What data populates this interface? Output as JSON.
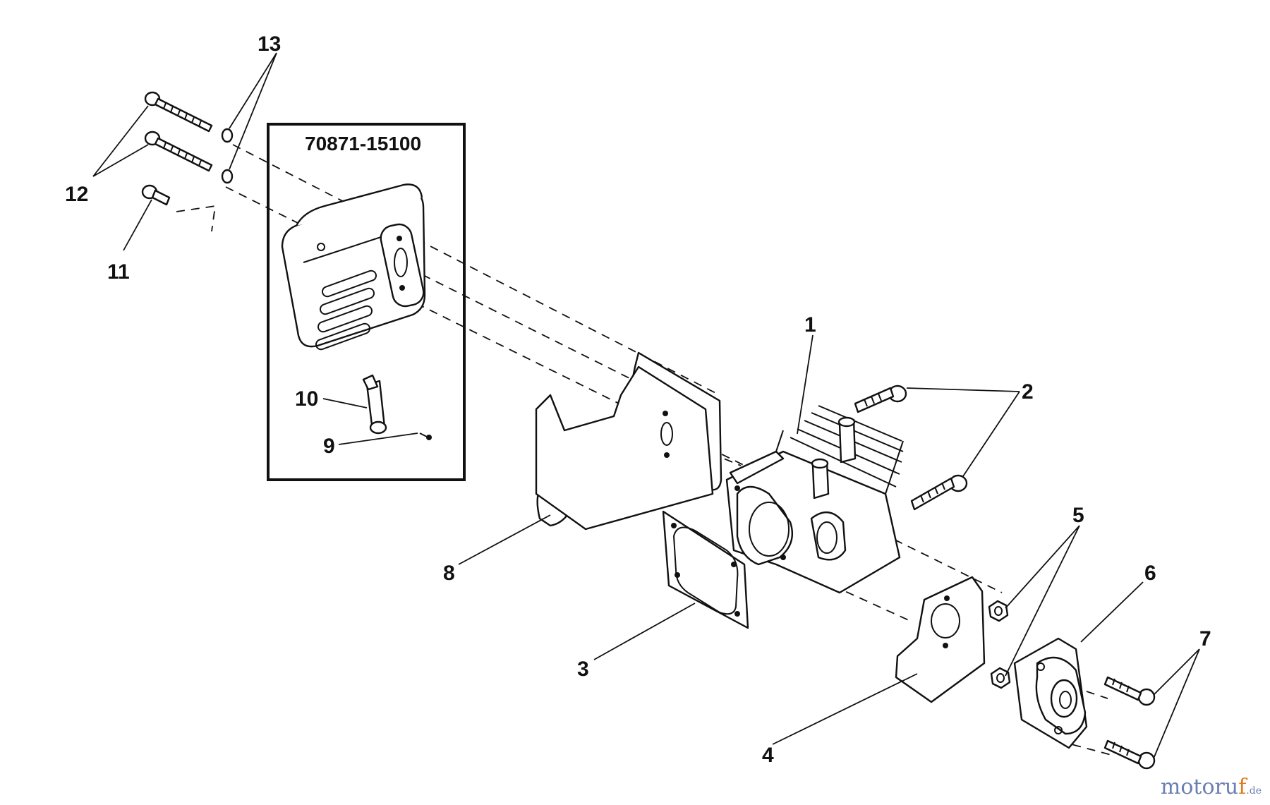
{
  "kit": {
    "part_number": "70871-15100"
  },
  "callouts": [
    {
      "id": "1",
      "label": "1"
    },
    {
      "id": "2",
      "label": "2"
    },
    {
      "id": "3",
      "label": "3"
    },
    {
      "id": "4",
      "label": "4"
    },
    {
      "id": "5",
      "label": "5"
    },
    {
      "id": "6",
      "label": "6"
    },
    {
      "id": "7",
      "label": "7"
    },
    {
      "id": "8",
      "label": "8"
    },
    {
      "id": "9",
      "label": "9"
    },
    {
      "id": "10",
      "label": "10"
    },
    {
      "id": "11",
      "label": "11"
    },
    {
      "id": "12",
      "label": "12"
    },
    {
      "id": "13",
      "label": "13"
    }
  ],
  "watermark": {
    "main": "motoru",
    "accent": "f",
    "tld": ".de"
  },
  "colors": {
    "line": "#111111",
    "watermark_blue": "#6a7fb3",
    "watermark_orange": "#e07a1f"
  }
}
